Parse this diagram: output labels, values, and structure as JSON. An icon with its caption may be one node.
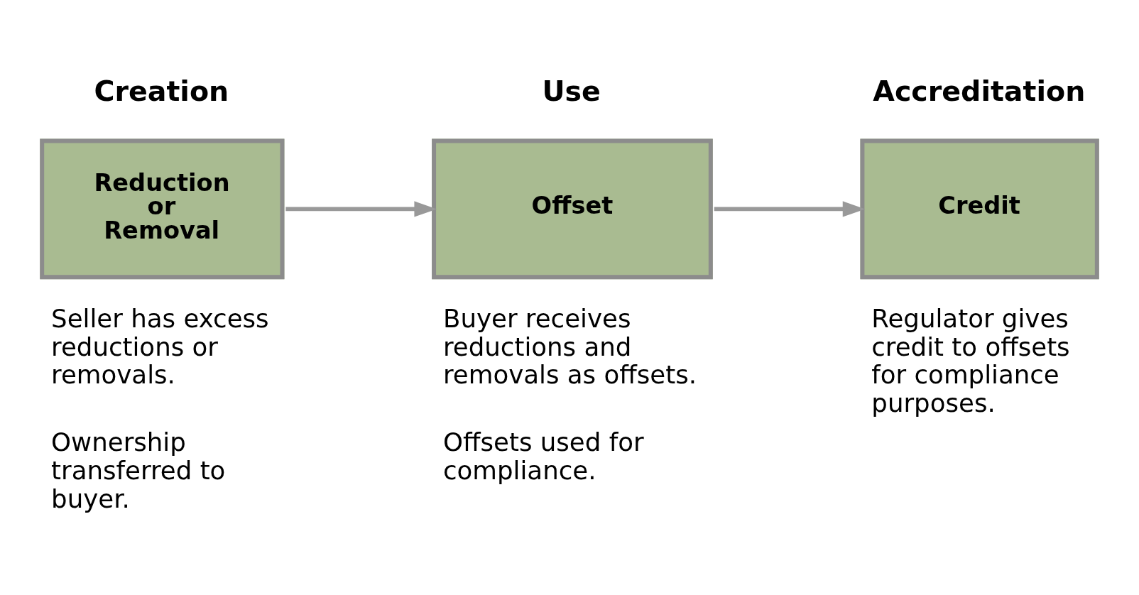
{
  "diagram": {
    "nodes": [
      {
        "text": [
          "Creation",
          "Reduction or Removal"
        ],
        "beside": [
          "Seller has excess reductions or removals.",
          "Ownership transferred to buyer."
        ]
      },
      {
        "text": [
          "Use",
          "Offset"
        ],
        "beside": [
          "Buyer receives reductions and removals as offsets.",
          "Offsets used for compliance."
        ]
      },
      {
        "text": [
          "Accreditation",
          "Credit"
        ],
        "beside": [
          "Regulator gives credit to offsets for compliance purposes."
        ]
      }
    ],
    "edges": [
      {
        "from": 0,
        "to": 1,
        "arrow": "to"
      },
      {
        "from": 1,
        "to": 2,
        "arrow": "to"
      }
    ]
  }
}
